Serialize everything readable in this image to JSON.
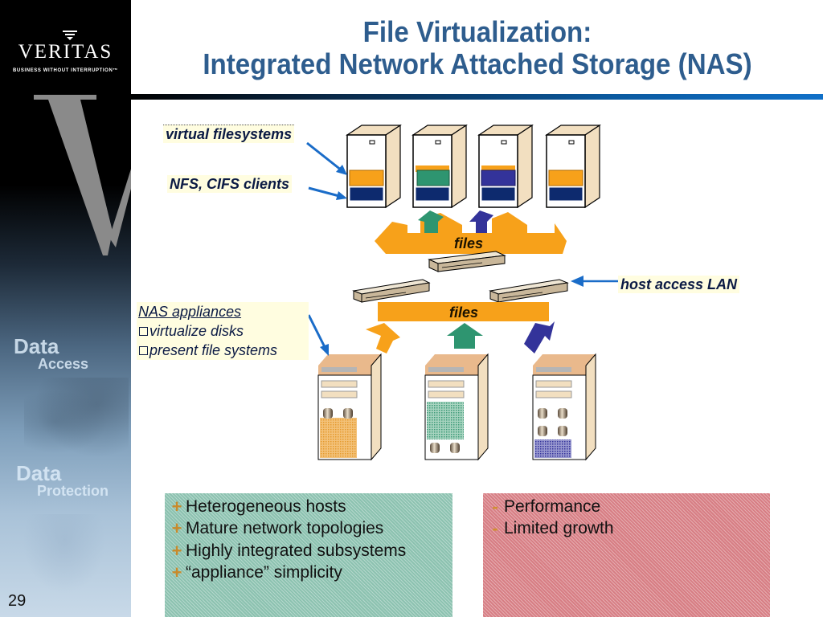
{
  "slide": {
    "page_number": "29",
    "title_line1": "File Virtualization:",
    "title_line2": "Integrated Network Attached Storage (NAS)"
  },
  "sidebar": {
    "logo_text": "VERITAS",
    "logo_tagline": "BUSINESS WITHOUT INTERRUPTION™",
    "big_letter": "V",
    "word1_a": "Data",
    "word1_b": "Access",
    "word2_a": "Data",
    "word2_b": "Protection"
  },
  "diagram": {
    "label_virtual_filesystems": "virtual filesystems",
    "label_nfs_cifs": "NFS, CIFS clients",
    "label_files_top": "files",
    "label_host_access_lan": "host access LAN",
    "label_files_bottom": "files",
    "nas_heading": "NAS appliances",
    "nas_items": [
      "virtualize disks",
      "present file systems"
    ],
    "colors": {
      "orange": "#f7a11a",
      "green": "#2e9570",
      "purple": "#33339a",
      "navy": "#0d2a6e",
      "callout_arrow": "#1a6cc8",
      "beige": "#f2d9b0"
    }
  },
  "pros": {
    "bullet_symbol": "+",
    "items": [
      "Heterogeneous hosts",
      "Mature network topologies",
      "Highly integrated subsystems",
      "“appliance” simplicity"
    ],
    "color": "#8cc2b0"
  },
  "cons": {
    "bullet_symbol": "-",
    "items": [
      "Performance",
      "Limited growth"
    ],
    "color": "#d77e84"
  }
}
